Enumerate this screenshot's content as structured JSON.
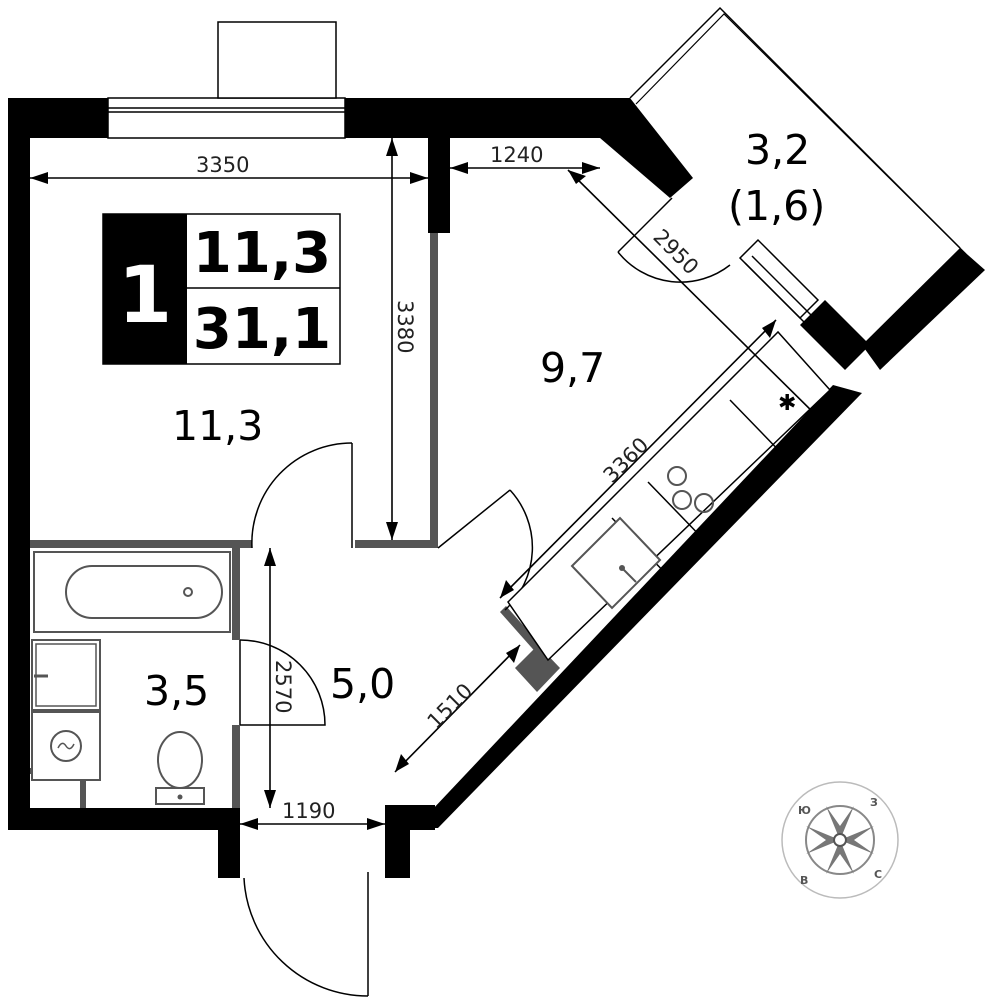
{
  "badge": {
    "rooms": "1",
    "living_area": "11,3",
    "total_area": "31,1"
  },
  "rooms": {
    "living_room": "11,3",
    "kitchen": "9,7",
    "balcony_area": "3,2",
    "balcony_reduced": "(1,6)",
    "bathroom": "3,5",
    "hallway": "5,0"
  },
  "dimensions": {
    "living_width": "3350",
    "living_depth": "3380",
    "kitchen_top": "1240",
    "kitchen_diag": "2950",
    "kitchen_length": "3360",
    "hall_length": "2570",
    "hall_diag": "1510",
    "entry_width": "1190"
  },
  "compass": {
    "south": "Ю",
    "west": "З",
    "east": "В",
    "north": "С"
  },
  "symbols": {
    "stove_mark": "✱"
  },
  "colors": {
    "wall": "#000000",
    "partition": "#555555",
    "background": "#ffffff"
  }
}
